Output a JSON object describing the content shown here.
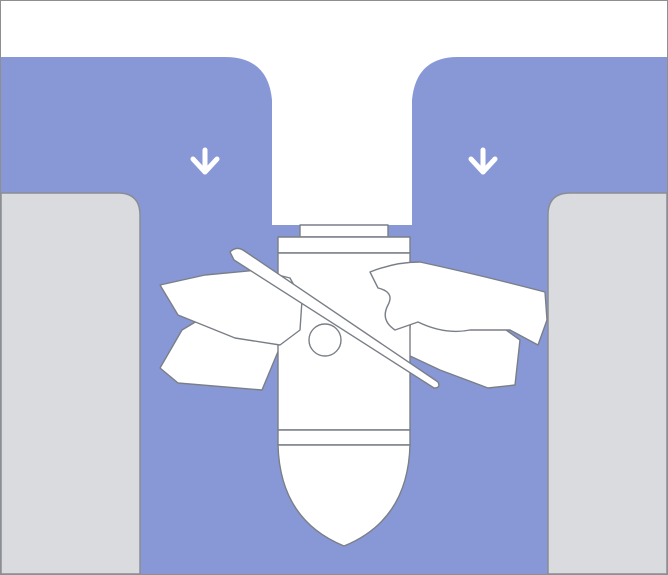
{
  "diagram": {
    "colors": {
      "water": "#8898d6",
      "wall": "#d9dbde",
      "part_fill": "#ffffff",
      "outline": "#7a7f87",
      "arrow": "#ffffff",
      "frame": "#8f8f8f"
    },
    "flow_arrows": [
      {
        "icon": "arrow-down-icon",
        "direction": "down"
      },
      {
        "icon": "arrow-down-icon",
        "direction": "down"
      }
    ],
    "turbine": {
      "type": "kaplan",
      "blade_count": 4
    }
  }
}
